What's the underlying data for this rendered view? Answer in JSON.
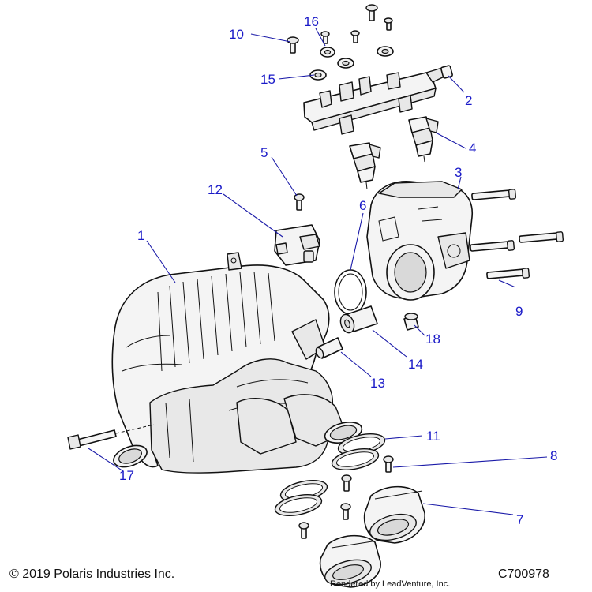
{
  "callouts": {
    "c1": "1",
    "c2": "2",
    "c3": "3",
    "c4": "4",
    "c5": "5",
    "c6": "6",
    "c7": "7",
    "c8": "8",
    "c9": "9",
    "c10": "10",
    "c11": "11",
    "c12": "12",
    "c13": "13",
    "c14": "14",
    "c15": "15",
    "c16": "16",
    "c17": "17",
    "c18": "18"
  },
  "footer": {
    "copyright": "© 2019 Polaris Industries Inc.",
    "rendered_by": "Rendered by LeadVenture, Inc.",
    "diagram_id": "C700978"
  },
  "colors": {
    "callout": "#1a1ac8",
    "leader": "#1a1aa8",
    "line": "#111111"
  }
}
